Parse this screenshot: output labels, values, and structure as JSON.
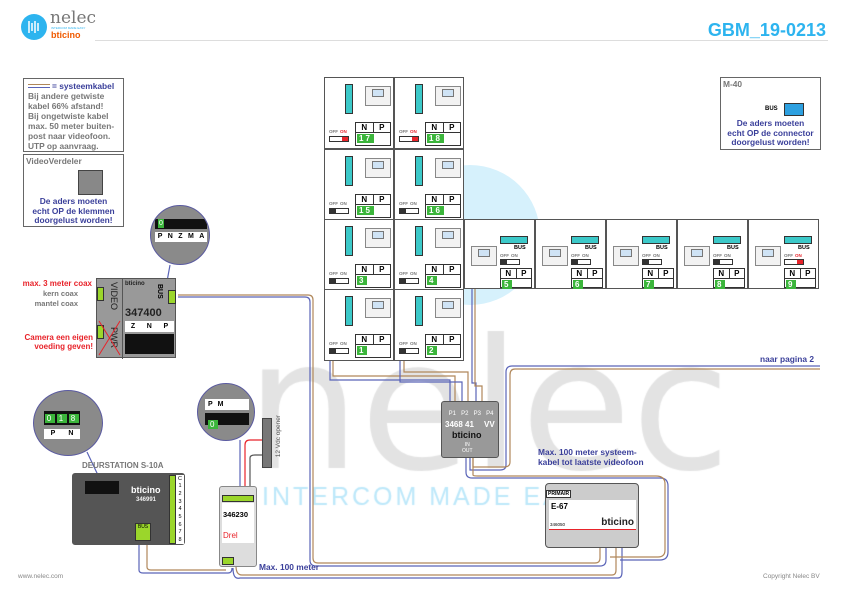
{
  "header": {
    "logo_name": "nelec",
    "logo_tagline": "INTERCOM MADE EASY",
    "logo_brand": "bticino",
    "doc_id": "GBM_19-0213"
  },
  "legend": {
    "title": "= systeemkabel",
    "lines": [
      "Bij andere getwiste",
      "kabel 66% afstand!",
      "Bij ongetwiste kabel",
      "max. 50 meter buiten-",
      "post naar videofoon.",
      "UTP op aanvraag."
    ]
  },
  "videoverdeler": {
    "title": "VideoVerdeler",
    "note": [
      "De aders moeten",
      "echt OP de klemmen",
      "doorgelust worden!"
    ]
  },
  "m40": {
    "title": "M-40",
    "bus": "BUS",
    "note": [
      "De aders moeten",
      "echt OP de connector",
      "doorgelust worden!"
    ]
  },
  "camera_module": {
    "model": "347400",
    "brand": "bticino",
    "video": "VIDEO",
    "pwr": "PWR",
    "bus": "BUS",
    "terminals": [
      "Z",
      "N",
      "P"
    ],
    "zoom_labels": [
      "P",
      "N",
      "Z",
      "M",
      "A"
    ],
    "zoom_digit": "0",
    "left_notes": {
      "coax_max": "max. 3 meter coax",
      "kern": "kern coax",
      "mantel": "mantel coax",
      "camera": [
        "Camera een eigen",
        "voeding geven!"
      ]
    }
  },
  "monitors": [
    {
      "n": "1",
      "p": "",
      "digits": "17",
      "on": true
    },
    {
      "n": "1",
      "p": "",
      "digits": "18",
      "on": true
    },
    {
      "n": "1",
      "p": "",
      "digits": "15",
      "on": false
    },
    {
      "n": "1",
      "p": "",
      "digits": "16",
      "on": false
    },
    {
      "digits": "3",
      "on": false
    },
    {
      "digits": "4",
      "on": false
    },
    {
      "digits": "5",
      "on": false
    },
    {
      "digits": "6",
      "on": false
    },
    {
      "digits": "7",
      "on": false
    },
    {
      "digits": "8",
      "on": false
    },
    {
      "digits": "9",
      "on": true
    },
    {
      "digits": "1",
      "on": false
    },
    {
      "digits": "2",
      "on": false
    }
  ],
  "monitor_labels": {
    "n": "N",
    "p": "P",
    "off": "OFF",
    "on": "ON",
    "bus": "BUS"
  },
  "distributor": {
    "model": "3468 41",
    "suffix": "VV",
    "brand": "bticino",
    "ports": [
      "P1",
      "P2",
      "P3",
      "P4"
    ],
    "in": "IN",
    "out": "OUT"
  },
  "power_supply": {
    "model": "E-67",
    "code": "346050",
    "brand": "bticino",
    "label": "PRIMAIR"
  },
  "door_station": {
    "title": "DEURSTATION S-10A",
    "model": "346991",
    "brand": "bticino",
    "bus": "BUS",
    "terminals": [
      "C",
      "1",
      "2",
      "3",
      "4",
      "5",
      "6",
      "7",
      "8"
    ],
    "zoom_digits": [
      "0",
      "1",
      "8"
    ],
    "zoom_labels": [
      "P",
      "N"
    ]
  },
  "lock_module": {
    "model": "346230",
    "label": "Drel",
    "zoom_labels": [
      "P",
      "M"
    ],
    "zoom_digit": "0"
  },
  "door_opener": {
    "label": "12 Vdc opener"
  },
  "annotations": {
    "page2": "naar pagina 2",
    "max_sys": [
      "Max. 100 meter systeem-",
      "kabel tot laatste videofoon"
    ],
    "max100": "Max. 100 meter"
  },
  "watermark": {
    "name": "nelec",
    "tagline": "INTERCOM MADE EASY"
  },
  "footer": {
    "website": "www.nelec.com",
    "copyright": "Copyright Nelec BV"
  },
  "colors": {
    "accent": "#2db4ef",
    "wire_blue": "#5a64b8",
    "wire_brown": "#b0875a",
    "red": "#e8232a",
    "green": "#3bb53b"
  }
}
